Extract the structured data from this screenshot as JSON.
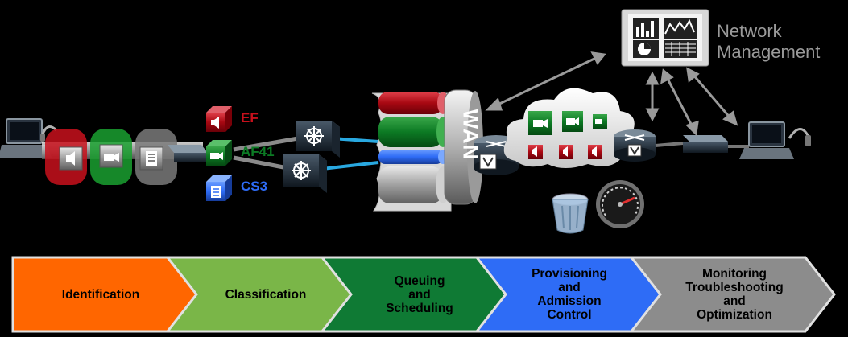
{
  "network_management": {
    "line1": "Network",
    "line2": "Management"
  },
  "markings": {
    "ef": "EF",
    "af41": "AF41",
    "cs3": "CS3"
  },
  "wan": "WAN",
  "stages": [
    {
      "lines": [
        "Identification"
      ],
      "color": "#ff6600"
    },
    {
      "lines": [
        "Classification"
      ],
      "color": "#7ab648"
    },
    {
      "lines": [
        "Queuing",
        "and",
        "Scheduling"
      ],
      "color": "#0f7a34"
    },
    {
      "lines": [
        "Provisioning",
        "and",
        "Admission",
        "Control"
      ],
      "color": "#2e6cf6"
    },
    {
      "lines": [
        "Monitoring",
        "Troubleshooting",
        "and",
        "Optimization"
      ],
      "color": "#8c8c8c"
    }
  ],
  "colors": {
    "voice": "#c8101c",
    "video": "#0c7a24",
    "data": "#2e6cf6",
    "link": "#29a8e0"
  },
  "icons": [
    "laptop-icon",
    "headset-icon",
    "speaker-icon",
    "video-camera-icon",
    "document-icon",
    "switch-icon",
    "router-icon",
    "cloud-icon",
    "trash-bin-icon",
    "gauge-icon",
    "dashboard-monitor-icon"
  ]
}
